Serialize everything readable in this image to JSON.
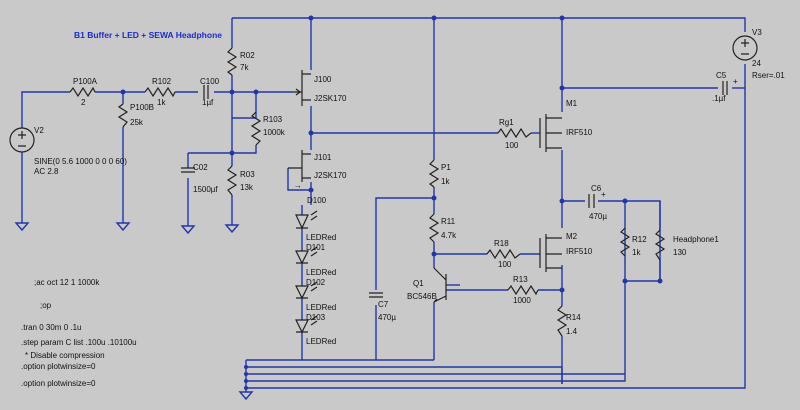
{
  "title": "B1 Buffer + LED + SEWA Headphone",
  "components": {
    "V2": {
      "name": "V2",
      "value1": "SINE(0 5.6 1000 0 0 0 60)",
      "value2": "AC 2.8"
    },
    "P100A": {
      "name": "P100A",
      "value": "2"
    },
    "R102": {
      "name": "R102",
      "value": "1k"
    },
    "C100": {
      "name": "C100",
      "value": "1µf"
    },
    "P100B": {
      "name": "P100B",
      "value": "25k"
    },
    "R02": {
      "name": "R02",
      "value": "7k"
    },
    "R103": {
      "name": "R103",
      "value": "1000k"
    },
    "C02": {
      "name": "C02",
      "value": "1500µf"
    },
    "R03": {
      "name": "R03",
      "value": "13k"
    },
    "J100": {
      "name": "J100",
      "value": "J2SK170"
    },
    "J101": {
      "name": "J101",
      "value": "J2SK170"
    },
    "D100": {
      "name": "D100",
      "value": "LEDRed"
    },
    "D101": {
      "name": "D101",
      "value": "LEDRed"
    },
    "D102": {
      "name": "D102",
      "value": "LEDRed"
    },
    "D103": {
      "name": "D103",
      "value": "LEDRed"
    },
    "C7": {
      "name": "C7",
      "value": "470µ"
    },
    "P1": {
      "name": "P1",
      "value": "1k"
    },
    "R11": {
      "name": "R11",
      "value": "4.7k"
    },
    "Q1": {
      "name": "Q1",
      "value": "BC546B"
    },
    "Rg1": {
      "name": "Rg1",
      "value": "100"
    },
    "M1": {
      "name": "M1",
      "value": "IRF510"
    },
    "R18": {
      "name": "R18",
      "value": "100"
    },
    "M2": {
      "name": "M2",
      "value": "IRF510"
    },
    "R13": {
      "name": "R13",
      "value": "1000"
    },
    "R14": {
      "name": "R14",
      "value": "1.4"
    },
    "C6": {
      "name": "C6",
      "value": "470µ"
    },
    "R12": {
      "name": "R12",
      "value": "1k"
    },
    "Headphone1": {
      "name": "Headphone1",
      "value": "130"
    },
    "C5": {
      "name": "C5",
      "value": ".1µf"
    },
    "V3": {
      "name": "V3",
      "value1": "24",
      "value2": "Rser=.01"
    }
  },
  "directives": [
    ";ac oct 12 1 1000k",
    ";op",
    ".tran 0 30m 0 .1u",
    ".step param C list .100u .10100u",
    "* Disable compression",
    ".option plotwinsize=0",
    ".option plotwinsize=0"
  ],
  "colors": {
    "wire": "#2236a8",
    "background": "#c9c9c9",
    "title": "#1a2bd0"
  }
}
